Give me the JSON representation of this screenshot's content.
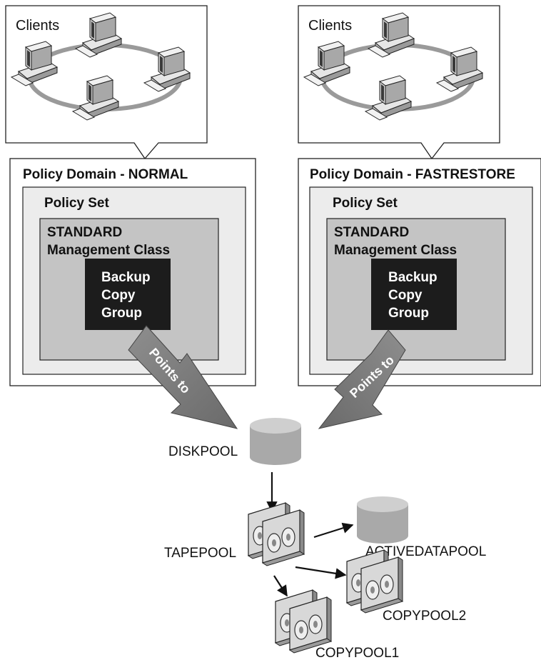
{
  "left": {
    "clients_label": "Clients",
    "domain_title": "Policy Domain - NORMAL",
    "policy_set_label": "Policy Set",
    "mgmt_class_line1": "STANDARD",
    "mgmt_class_line2": "Management Class",
    "copy_group_line1": "Backup",
    "copy_group_line2": "Copy",
    "copy_group_line3": "Group",
    "arrow_label": "Points to"
  },
  "right": {
    "clients_label": "Clients",
    "domain_title": "Policy Domain - FASTRESTORE",
    "policy_set_label": "Policy Set",
    "mgmt_class_line1": "STANDARD",
    "mgmt_class_line2": "Management Class",
    "copy_group_line1": "Backup",
    "copy_group_line2": "Copy",
    "copy_group_line3": "Group",
    "arrow_label": "Points to"
  },
  "storage": {
    "diskpool_label": "DISKPOOL",
    "tapepool_label": "TAPEPOOL",
    "activedatapool_label": "ACTIVEDATAPOOL",
    "copypool2_label": "COPYPOOL2",
    "copypool1_label": "COPYPOOL1"
  }
}
